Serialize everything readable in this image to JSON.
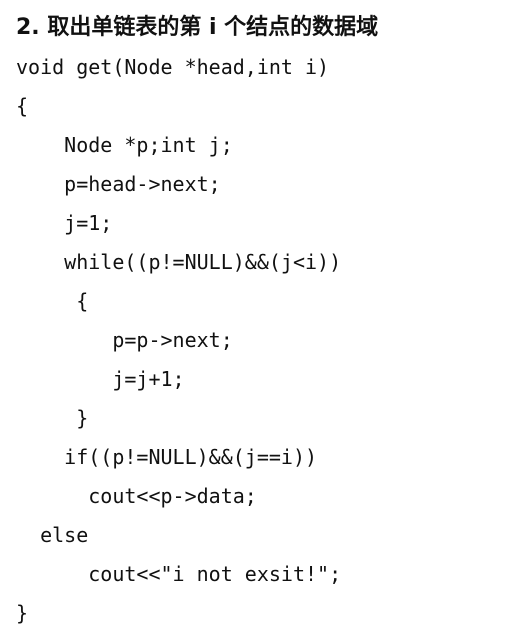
{
  "section": {
    "heading": "2. 取出单链表的第 i 个结点的数据域"
  },
  "code": {
    "lines": [
      "void get(Node *head,int i)",
      "{",
      "    Node *p;int j;",
      "    p=head->next;",
      "    j=1;",
      "    while((p!=NULL)&&(j<i))",
      "     {",
      "        p=p->next;",
      "        j=j+1;",
      "     }",
      "    if((p!=NULL)&&(j==i))",
      "      cout<<p->data;",
      "  else",
      "      cout<<\"i not exsit!\";",
      "}"
    ]
  }
}
